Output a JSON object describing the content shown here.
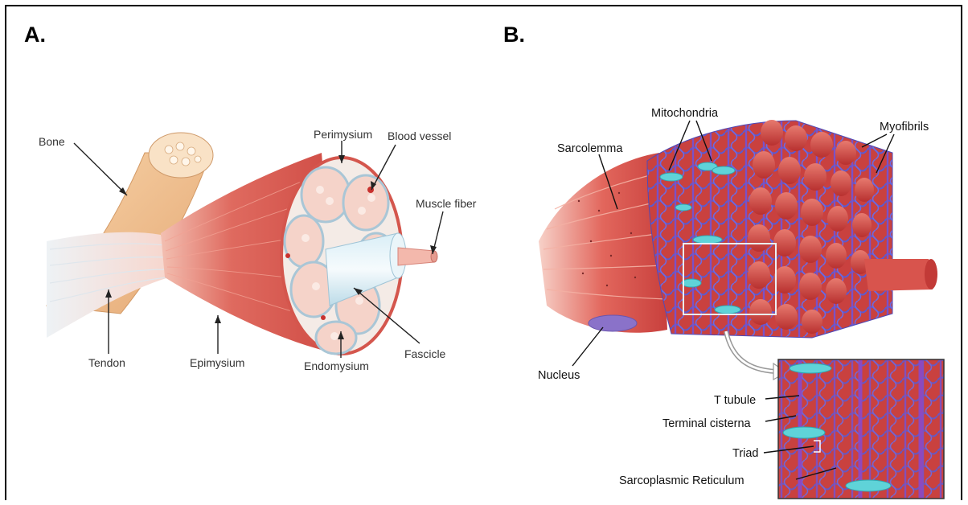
{
  "panels": {
    "a": {
      "letter": "A.",
      "labels": {
        "bone": "Bone",
        "perimysium": "Perimysium",
        "blood_vessel": "Blood vessel",
        "muscle_fiber": "Muscle fiber",
        "tendon": "Tendon",
        "epimysium": "Epimysium",
        "endomysium": "Endomysium",
        "fascicle": "Fascicle"
      }
    },
    "b": {
      "letter": "B.",
      "labels": {
        "mitochondria": "Mitochondria",
        "myofibrils": "Myofibrils",
        "sarcolemma": "Sarcolemma",
        "nucleus": "Nucleus",
        "t_tubule": "T tubule",
        "terminal_cisterna": "Terminal cisterna",
        "triad": "Triad",
        "sarcoplasmic_reticulum": "Sarcoplasmic Reticulum"
      }
    }
  },
  "colors": {
    "muscle_red": "#d9544d",
    "muscle_light": "#f1b3a5",
    "bone": "#f2c595",
    "fascicle_bg": "#faf3ef",
    "sr_blue": "#5a57c9",
    "tubule_cyan": "#5fd3d8",
    "fiber_red": "#c7383a"
  }
}
